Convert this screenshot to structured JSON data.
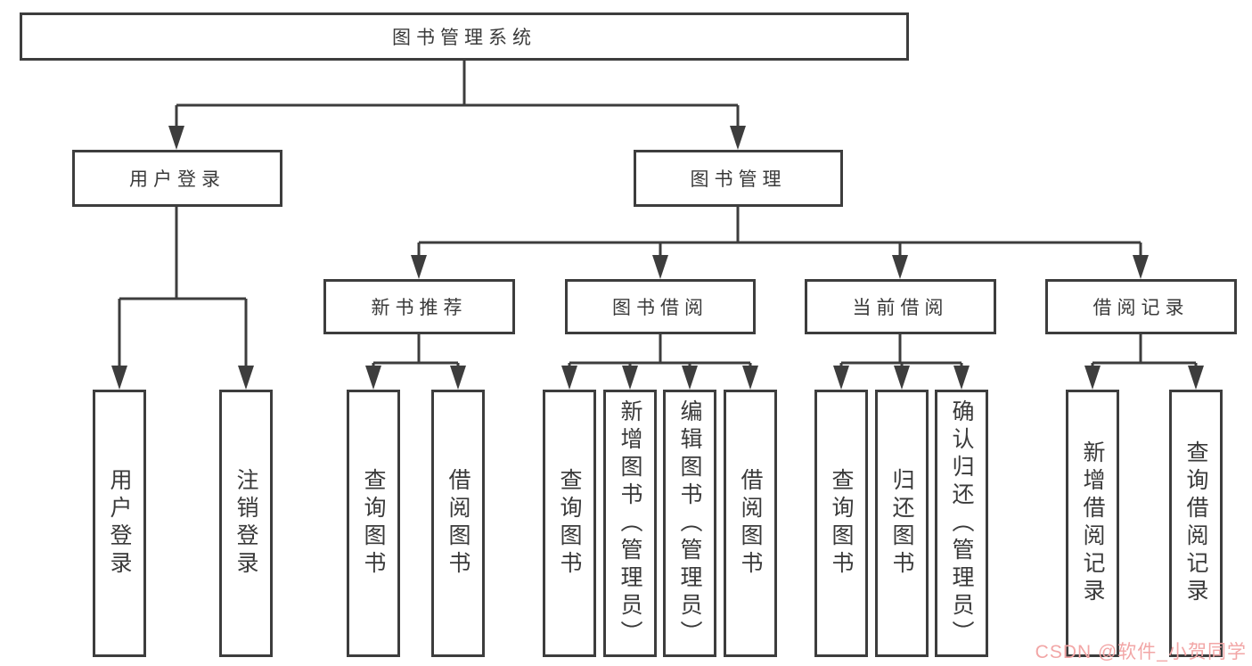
{
  "diagram": {
    "tree": {
      "label": "图书管理系统",
      "children": [
        {
          "label": "用户登录",
          "children": [
            {
              "label": "用户登录"
            },
            {
              "label": "注销登录"
            }
          ]
        },
        {
          "label": "图书管理",
          "children": [
            {
              "label": "新书推荐",
              "children": [
                {
                  "label": "查询图书"
                },
                {
                  "label": "借阅图书"
                }
              ]
            },
            {
              "label": "图书借阅",
              "children": [
                {
                  "label": "查询图书"
                },
                {
                  "label": "新增图书（管理员）"
                },
                {
                  "label": "编辑图书（管理员）"
                },
                {
                  "label": "借阅图书"
                }
              ]
            },
            {
              "label": "当前借阅",
              "children": [
                {
                  "label": "查询图书"
                },
                {
                  "label": "归还图书"
                },
                {
                  "label": "确认归还（管理员）"
                }
              ]
            },
            {
              "label": "借阅记录",
              "children": [
                {
                  "label": "新增借阅记录"
                },
                {
                  "label": "查询借阅记录"
                }
              ]
            }
          ]
        }
      ]
    }
  },
  "watermark": {
    "text": "CSDN @软件_小贺同学",
    "color": "#f2a6a6"
  },
  "style": {
    "line_color": "#3d3d3d",
    "text_color": "#3a3a3a",
    "box_fill": "#ffffff",
    "background": "#ffffff"
  }
}
